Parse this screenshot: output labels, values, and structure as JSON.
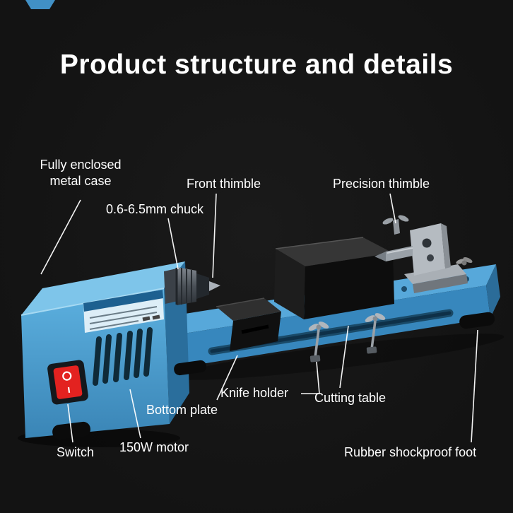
{
  "page": {
    "title": "Product structure and details"
  },
  "labels": {
    "metal_case": "Fully enclosed\nmetal case",
    "chuck": "0.6-6.5mm chuck",
    "front_thimble": "Front thimble",
    "precision_thimble": "Precision thimble",
    "knife_holder": "Knife holder",
    "cutting_table": "Cutting table",
    "bottom_plate": "Bottom plate",
    "switch": "Switch",
    "motor": "150W motor",
    "rubber_foot": "Rubber shockproof foot"
  },
  "colors": {
    "background": "#141414",
    "text": "#ffffff",
    "machine_body_blue": "#4aa3d8",
    "machine_bed_blue": "#3787bd",
    "black_parts": "#161616",
    "metal_silver": "#b5bbc1",
    "switch_red": "#e32220"
  }
}
